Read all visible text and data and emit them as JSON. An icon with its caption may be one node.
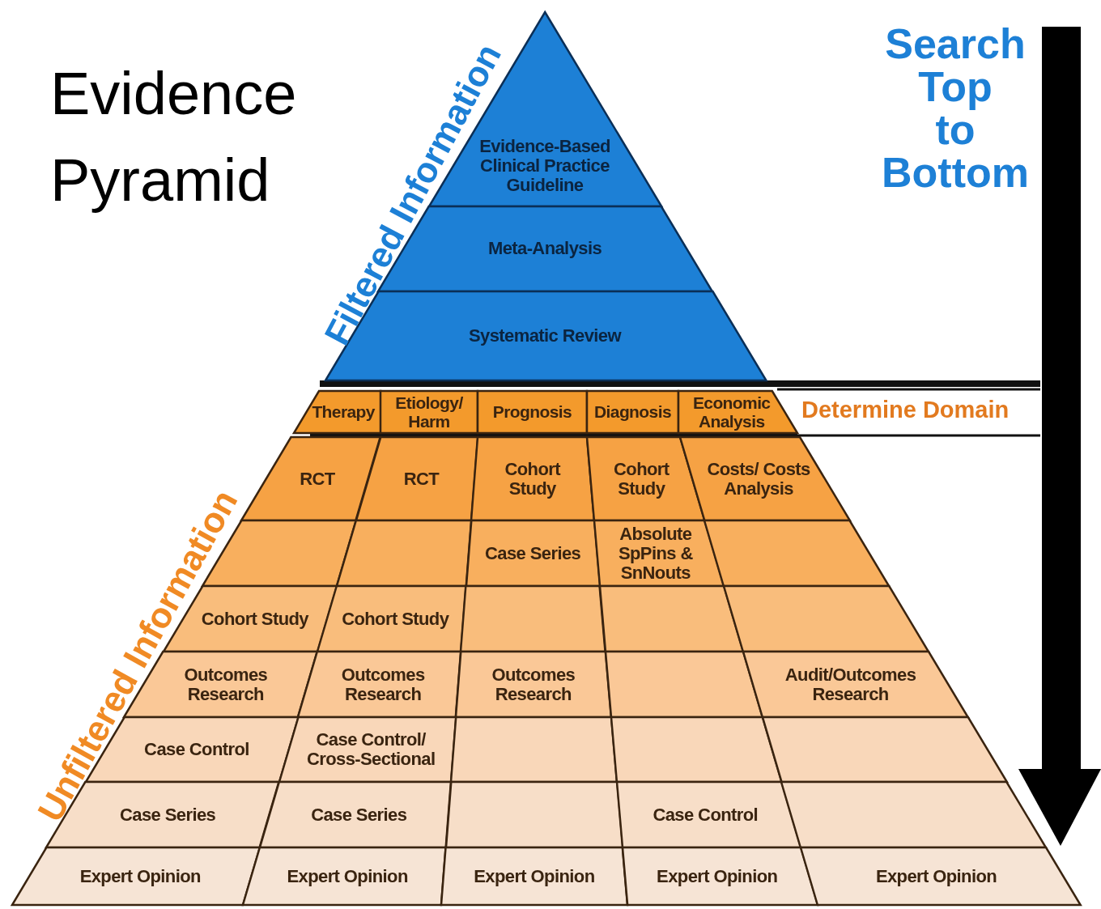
{
  "diagram": {
    "title": "Evidence Pyramid",
    "nodes": [
      {
        "text": [
          "Evidence-Based Clinical Practice Guideline"
        ]
      },
      {
        "text": [
          "Meta-Analysis"
        ]
      },
      {
        "text": [
          "Systematic Review"
        ]
      },
      {
        "text": [
          "Therapy"
        ]
      },
      {
        "text": [
          "Etiology/ Harm"
        ]
      },
      {
        "text": [
          "Prognosis"
        ]
      },
      {
        "text": [
          "Diagnosis"
        ]
      },
      {
        "text": [
          "Economic Analysis"
        ]
      },
      {
        "text": [
          "RCT"
        ]
      },
      {
        "text": [
          "RCT"
        ]
      },
      {
        "text": [
          "Cohort Study"
        ]
      },
      {
        "text": [
          "Cohort Study"
        ]
      },
      {
        "text": [
          "Costs/ Costs Analysis"
        ]
      },
      {
        "text": [],
        "shape": "box"
      },
      {
        "text": [],
        "shape": "box"
      },
      {
        "text": [
          "Case Series"
        ]
      },
      {
        "text": [
          "Absolute SpPins & SnNouts"
        ]
      },
      {
        "text": [],
        "shape": "box"
      },
      {
        "text": [
          "Cohort Study"
        ]
      },
      {
        "text": [
          "Cohort Study"
        ]
      },
      {
        "text": [],
        "shape": "box"
      },
      {
        "text": [],
        "shape": "box"
      },
      {
        "text": [],
        "shape": "box"
      },
      {
        "text": [
          "Outcomes Research"
        ]
      },
      {
        "text": [
          "Outcomes Research"
        ]
      },
      {
        "text": [
          "Outcomes Research"
        ]
      },
      {
        "text": [],
        "shape": "box"
      },
      {
        "text": [
          "Audit/Outcomes Research"
        ]
      },
      {
        "text": [
          "Case Control"
        ]
      },
      {
        "text": [
          "Case Control/ Cross-Sectional"
        ]
      },
      {
        "text": [],
        "shape": "box"
      },
      {
        "text": [],
        "shape": "box"
      },
      {
        "text": [],
        "shape": "box"
      },
      {
        "text": [
          "Case Series"
        ]
      },
      {
        "text": [
          "Case Series"
        ]
      },
      {
        "text": [],
        "shape": "box"
      },
      {
        "text": [
          "Case Control"
        ]
      },
      {
        "text": [],
        "shape": "box"
      },
      {
        "text": [
          "Expert Opinion"
        ]
      },
      {
        "text": [
          "Expert Opinion"
        ]
      },
      {
        "text": [
          "Expert Opinion"
        ]
      },
      {
        "text": [
          "Expert Opinion"
        ]
      },
      {
        "text": [
          "Expert Opinion"
        ]
      }
    ],
    "labels": [
      "Search Top to Bottom",
      "Filtered Information",
      "Determine Domain",
      "Unfiltered Information"
    ]
  }
}
